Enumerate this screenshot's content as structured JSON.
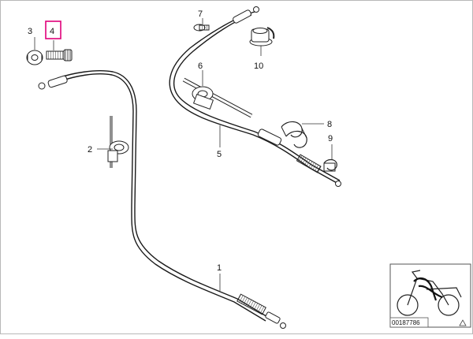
{
  "diagram": {
    "callouts": [
      {
        "label": "1",
        "highlighted": false
      },
      {
        "label": "2",
        "highlighted": false
      },
      {
        "label": "3",
        "highlighted": false
      },
      {
        "label": "4",
        "highlighted": true
      },
      {
        "label": "5",
        "highlighted": false
      },
      {
        "label": "6",
        "highlighted": false
      },
      {
        "label": "7",
        "highlighted": false
      },
      {
        "label": "8",
        "highlighted": false
      },
      {
        "label": "9",
        "highlighted": false
      },
      {
        "label": "10",
        "highlighted": false
      }
    ],
    "reference_number": "00187786",
    "highlight_color": "#e0007a"
  }
}
